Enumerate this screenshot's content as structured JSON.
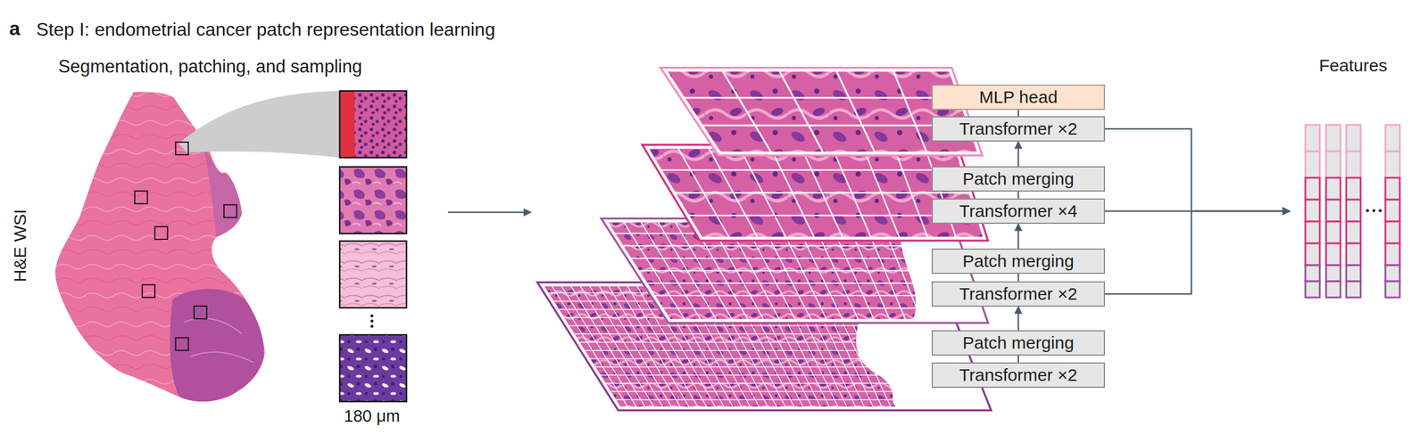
{
  "diagram": {
    "title": "Step I: endometrial cancer patch representation learning",
    "nodes": [
      {
        "text": [
          "MLP head"
        ]
      },
      {
        "text": [
          "Transformer ×2"
        ]
      },
      {
        "text": [
          "Patch merging"
        ]
      },
      {
        "text": [
          "Transformer ×4"
        ]
      },
      {
        "text": [
          "Patch merging"
        ]
      },
      {
        "text": [
          "Transformer ×2"
        ]
      },
      {
        "text": [
          "Patch merging"
        ]
      },
      {
        "text": [
          "Transformer ×2"
        ]
      },
      {
        "text": [
          "Features"
        ]
      }
    ],
    "edges": [
      {
        "from": 7,
        "to": 6,
        "arrow": "none"
      },
      {
        "from": 6,
        "to": 5,
        "arrow": "to"
      },
      {
        "from": 5,
        "to": 4,
        "arrow": "none"
      },
      {
        "from": 4,
        "to": 3,
        "arrow": "to"
      },
      {
        "from": 3,
        "to": 2,
        "arrow": "none"
      },
      {
        "from": 2,
        "to": 1,
        "arrow": "to"
      },
      {
        "from": 1,
        "to": 0,
        "arrow": "none"
      },
      {
        "from": 1,
        "to": 8,
        "arrow": "to"
      },
      {
        "from": 3,
        "to": 8,
        "arrow": "to"
      },
      {
        "from": 5,
        "to": 8,
        "arrow": "to"
      }
    ],
    "labels": [
      "a",
      "Segmentation, patching, and sampling",
      "H&E WSI",
      "180 μm"
    ]
  }
}
